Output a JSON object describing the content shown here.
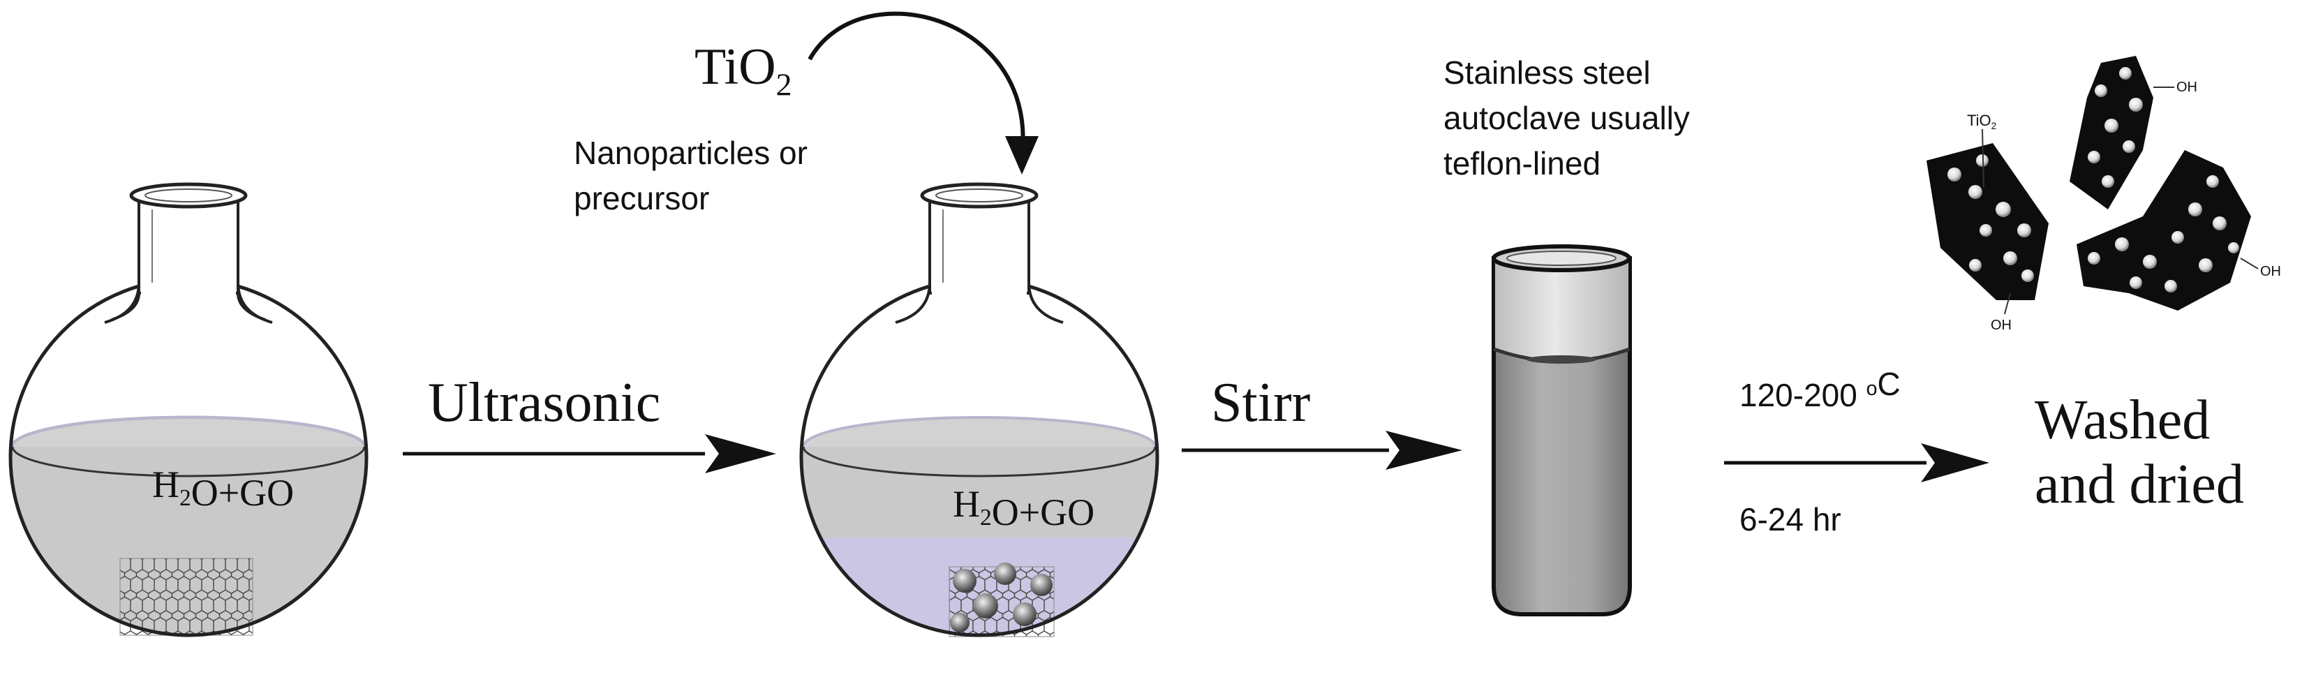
{
  "labels": {
    "flask1_solution": "H2O+GO",
    "step1": "Ultrasonic",
    "tio2_label": "TiO2",
    "tio2_note_line1": "Nanoparticles or",
    "tio2_note_line2": "precursor",
    "flask2_solution": "H2O+GO",
    "step2": "Stirr",
    "autoclave_line1": "Stainless steel",
    "autoclave_line2": "autoclave usually",
    "autoclave_line3": "teflon-lined",
    "temperature": "120-200 oC",
    "duration": "6-24 hr",
    "final_line1": "Washed",
    "final_line2": "and dried",
    "product_tio2": "TiO2",
    "oh": "OH"
  },
  "colors": {
    "ink": "#111111",
    "liquid_grey": "#c9c9c9",
    "liquid_line": "#b9b5cc",
    "sediment": "#cbc5e6",
    "autoclave_fill": "#a9a9a9",
    "sheet_black": "#0d0d0d"
  },
  "icons": [
    "round-bottom-flask-icon",
    "graphene-lattice-icon",
    "nanoparticle-graphene-icon",
    "autoclave-icon",
    "tio2-graphene-composite-icon"
  ]
}
